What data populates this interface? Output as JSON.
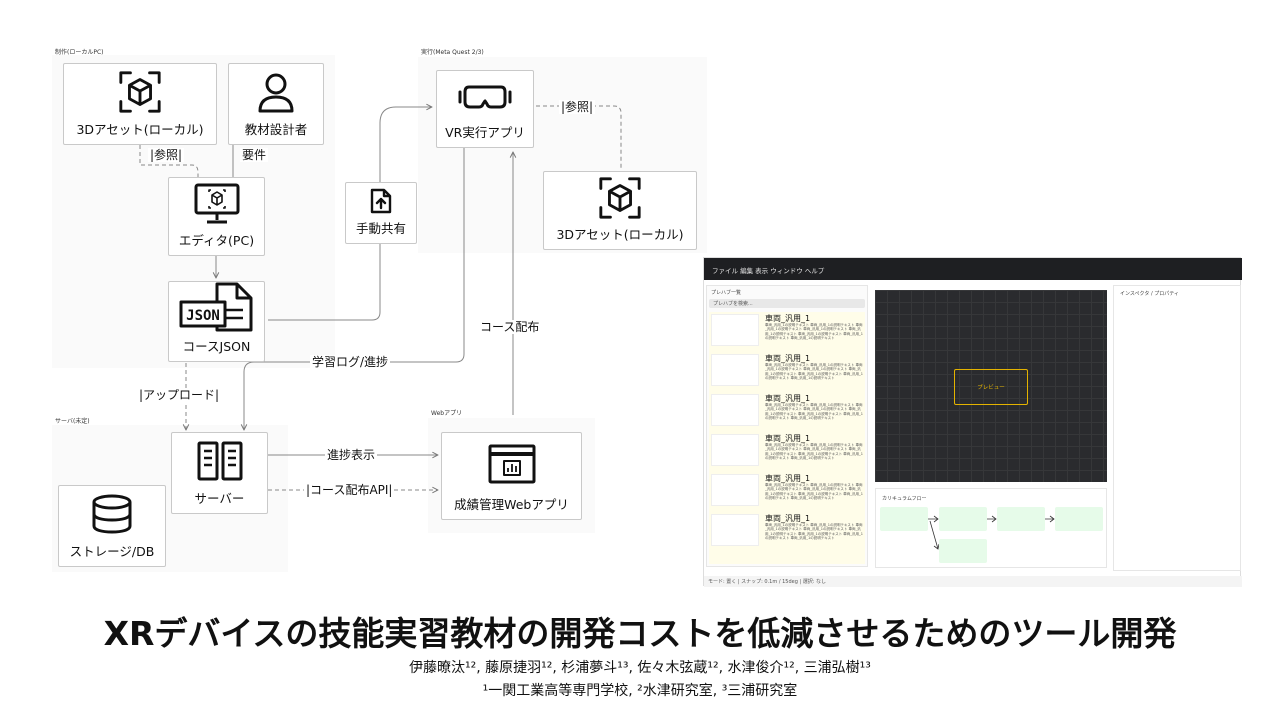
{
  "groups": {
    "local_pc": "制作(ローカルPC)",
    "quest": "実行(Meta Quest 2/3)",
    "server": "サーバ(未定)",
    "web": "Webアプリ"
  },
  "nodes": {
    "asset_local": {
      "label": "3Dアセット(ローカル)",
      "icon": "ar-cube-icon"
    },
    "designer": {
      "label": "教材設計者",
      "icon": "user-icon"
    },
    "editor": {
      "label": "エディタ(PC)",
      "icon": "monitor-cube-icon"
    },
    "course_json": {
      "label": "コースJSON",
      "icon": "json-file-icon"
    },
    "manual_share": {
      "label": "手動共有",
      "icon": "upload-file-icon"
    },
    "vr_app": {
      "label": "VR実行アプリ",
      "icon": "vr-headset-icon"
    },
    "asset_quest": {
      "label": "3Dアセット(ローカル)",
      "icon": "ar-cube-icon"
    },
    "server": {
      "label": "サーバー",
      "icon": "server-icon"
    },
    "storage": {
      "label": "ストレージ/DB",
      "icon": "database-icon"
    },
    "grade_web": {
      "label": "成績管理Webアプリ",
      "icon": "dashboard-icon"
    }
  },
  "edges": {
    "ref1": "|参照|",
    "req": "要件",
    "ref2": "|参照|",
    "course_dist": "コース配布",
    "learn_log": "学習ログ/進捗",
    "upload": "|アップロード|",
    "progress": "進捗表示",
    "course_api": "|コース配布API|"
  },
  "editor": {
    "menubar": "ファイル 編集 表示 ウィンドウ ヘルプ",
    "prefab_title": "プレハブ一覧",
    "search_placeholder": "プレハブを検索...",
    "items": [
      {
        "title": "車両_汎用_1",
        "desc": "車両_汎用_1の説明テキスト 車両_汎用_1の説明テキスト 車両_汎用_1の説明テキスト 車両_汎用_1の説明テキスト 車両_汎用_1の説明テキスト 車両_汎用_1の説明テキスト 車両_汎用_1の説明テキスト 車両_汎用_1の説明テキスト"
      },
      {
        "title": "車両_汎用_1",
        "desc": "車両_汎用_1の説明テキスト 車両_汎用_1の説明テキスト 車両_汎用_1の説明テキスト 車両_汎用_1の説明テキスト 車両_汎用_1の説明テキスト 車両_汎用_1の説明テキスト 車両_汎用_1の説明テキスト 車両_汎用_1の説明テキスト"
      },
      {
        "title": "車両_汎用_1",
        "desc": "車両_汎用_1の説明テキスト 車両_汎用_1の説明テキスト 車両_汎用_1の説明テキスト 車両_汎用_1の説明テキスト 車両_汎用_1の説明テキスト 車両_汎用_1の説明テキスト 車両_汎用_1の説明テキスト 車両_汎用_1の説明テキスト"
      },
      {
        "title": "車両_汎用_1",
        "desc": "車両_汎用_1の説明テキスト 車両_汎用_1の説明テキスト 車両_汎用_1の説明テキスト 車両_汎用_1の説明テキスト 車両_汎用_1の説明テキスト 車両_汎用_1の説明テキスト 車両_汎用_1の説明テキスト 車両_汎用_1の説明テキスト"
      },
      {
        "title": "車両_汎用_1",
        "desc": "車両_汎用_1の説明テキスト 車両_汎用_1の説明テキスト 車両_汎用_1の説明テキスト 車両_汎用_1の説明テキスト 車両_汎用_1の説明テキスト 車両_汎用_1の説明テキスト 車両_汎用_1の説明テキスト 車両_汎用_1の説明テキスト"
      },
      {
        "title": "車両_汎用_1",
        "desc": "車両_汎用_1の説明テキスト 車両_汎用_1の説明テキスト 車両_汎用_1の説明テキスト 車両_汎用_1の説明テキスト 車両_汎用_1の説明テキスト 車両_汎用_1の説明テキスト 車両_汎用_1の説明テキスト 車両_汎用_1の説明テキスト"
      }
    ],
    "preview_label": "プレビュー",
    "curriculum_title": "カリキュラムフロー",
    "inspector_title": "インスペクタ / プロパティ",
    "status": "モード: 置く | スナップ: 0.1m / 15deg | 選択: なし",
    "colors": {
      "menubar": "#1e1f22",
      "viewport": "#2a2b2e",
      "preview_border": "#e4b300",
      "curriculum_node": "#e6fbe9",
      "prefab_list": "#fffde9"
    }
  },
  "title": "XRデバイスの技能実習教材の開発コストを低減させるためのツール開発",
  "authors": "伊藤暸汰¹², 藤原捷羽¹², 杉浦夢斗¹³, 佐々木弦蔵¹², 水津俊介¹², 三浦弘樹¹³",
  "affiliations": "¹一関工業高等専門学校, ²水津研究室, ³三浦研究室"
}
